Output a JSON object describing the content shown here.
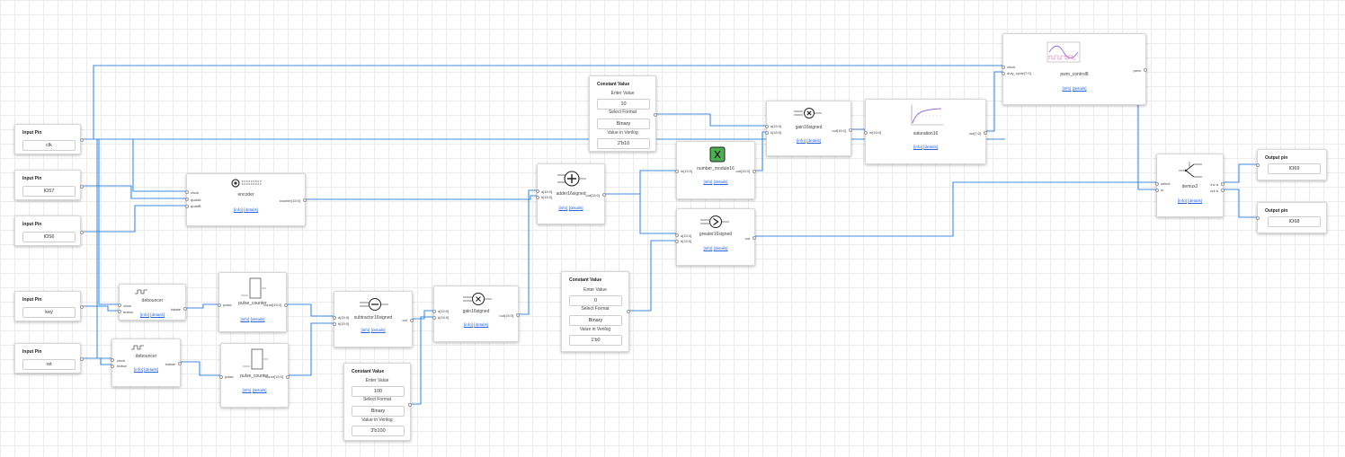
{
  "labels": {
    "input_pin": "Input Pin",
    "output_pin": "Output pin",
    "constant_value": "Constant Value",
    "enter_value": "Enter Value",
    "select_format": "Select Format",
    "value_in_verilog": "Value in Verilog",
    "info": "[info]",
    "details": "[details]"
  },
  "inputs": [
    {
      "value": "clk"
    },
    {
      "value": "IO57"
    },
    {
      "value": "IO56"
    },
    {
      "value": "key"
    },
    {
      "value": "rst"
    }
  ],
  "outputs": [
    {
      "value": "IO69"
    },
    {
      "value": "IO68"
    }
  ],
  "constants": [
    {
      "value": "10",
      "format": "Binary",
      "verilog": "2'b10"
    },
    {
      "value": "0",
      "format": "Binary",
      "verilog": "1'b0"
    },
    {
      "value": "100",
      "format": "Binary",
      "verilog": "3'b100"
    }
  ],
  "blocks": {
    "encoder": {
      "name": "encoder",
      "p_clock": "clock",
      "p_quadA": "quadA",
      "p_quadB": "quadB",
      "p_out": "counter[15:0]"
    },
    "debouncer1": {
      "name": "debouncer",
      "p_clock": "clock",
      "p_button": "button",
      "p_out": "bstate"
    },
    "debouncer2": {
      "name": "debouncer",
      "p_clock": "clock",
      "p_button": "button",
      "p_out": "bstate"
    },
    "pulse1": {
      "name": "pulse_counter",
      "p_in": "pulse",
      "p_out": "count[15:0]"
    },
    "pulse2": {
      "name": "pulse_counter",
      "p_in": "pulse",
      "p_out": "count[15:0]"
    },
    "subtractor": {
      "name": "subtractor16signed",
      "p_a": "a[15:0]",
      "p_b": "b[15:0]",
      "p_out": "out"
    },
    "gain1": {
      "name": "gain16signed",
      "p_a": "a[15:0]",
      "p_b": "b[15:0]",
      "p_out": "out[15:0]"
    },
    "adder": {
      "name": "adder16signed",
      "p_a": "a[15:0]",
      "p_b": "b[15:0]",
      "p_out": "out[15:0]"
    },
    "number_module": {
      "name": "number_module16",
      "p_in": "in[15:0]",
      "p_out": "out[15:0]"
    },
    "greater": {
      "name": "greater16signed",
      "p_a": "a[15:0]",
      "p_b": "b[15:0]",
      "p_out": "out"
    },
    "gain2": {
      "name": "gain16signed",
      "p_a": "a[15:0]",
      "p_b": "b[15:0]",
      "p_out": "out[15:0]"
    },
    "saturation": {
      "name": "saturation16",
      "p_in": "in[15:0]",
      "p_out": "out[7:0]"
    },
    "pwm": {
      "name": "pwm_control8",
      "p_clock": "clock",
      "p_duty": "duty_cycle[7:0]",
      "p_out": "pwm"
    },
    "demux": {
      "name": "demux2",
      "p_select": "select",
      "p_in": "in",
      "p_out1": "inv a",
      "p_out2": "out b"
    }
  },
  "colors": {
    "wire": "#3d8ddc",
    "link": "#2a62d9",
    "number_module_bg": "#4caf50"
  }
}
